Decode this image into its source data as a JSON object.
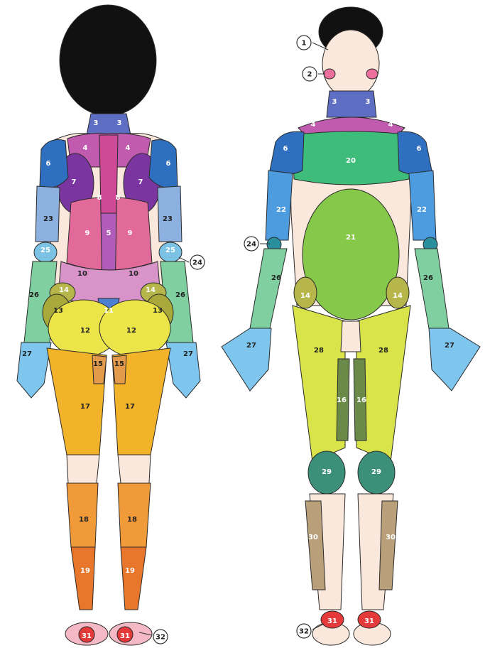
{
  "colors": {
    "skin": "#fbe8dc",
    "hair": "#111111",
    "outline": "#2a2a2a",
    "z1": "#f2b9c2",
    "z2": "#ec6f9e",
    "z3": "#5e6ec2",
    "z4": "#c15bb0",
    "z5": "#b05cb8",
    "z6": "#2f6fbf",
    "z7": "#7a35a0",
    "z8": "#cf4a96",
    "z9": "#e26a9b",
    "z10": "#d893c9",
    "z11": "#4c7fd0",
    "z12": "#ece54a",
    "z13": "#a9a93a",
    "z14": "#b6b64a",
    "z15": "#e39a4a",
    "z16": "#6b8a4a",
    "z17": "#f2b32a",
    "z18": "#f19a3a",
    "z19": "#e8762b",
    "z20": "#3ebd7a",
    "z21": "#86c84a",
    "z22": "#4d9ce0",
    "z23": "#8cb0e0",
    "z24": "#2a8f9c",
    "z25": "#7bc2e4",
    "z26": "#7fcfa0",
    "z27": "#7fc6ee",
    "z28": "#d8e44a",
    "z29": "#3c8f78",
    "z30": "#b9a07a",
    "z31": "#e53a3a",
    "z32": "#f4b9c4"
  },
  "back_figure": {
    "labels": [
      {
        "id": "back-3-left",
        "text": "3"
      },
      {
        "id": "back-3-right",
        "text": "3"
      },
      {
        "id": "back-4-left",
        "text": "4"
      },
      {
        "id": "back-4-right",
        "text": "4"
      },
      {
        "id": "back-6-left",
        "text": "6"
      },
      {
        "id": "back-6-right",
        "text": "6"
      },
      {
        "id": "back-7-left",
        "text": "7"
      },
      {
        "id": "back-7-right",
        "text": "7"
      },
      {
        "id": "back-8-left",
        "text": "8"
      },
      {
        "id": "back-8-right",
        "text": "8"
      },
      {
        "id": "back-23-left",
        "text": "23"
      },
      {
        "id": "back-23-right",
        "text": "23"
      },
      {
        "id": "back-9-left",
        "text": "9"
      },
      {
        "id": "back-5",
        "text": "5"
      },
      {
        "id": "back-9-right",
        "text": "9"
      },
      {
        "id": "back-25-left",
        "text": "25"
      },
      {
        "id": "back-25-right",
        "text": "25"
      },
      {
        "id": "back-10-left",
        "text": "10"
      },
      {
        "id": "back-10-right",
        "text": "10"
      },
      {
        "id": "back-26-left",
        "text": "26"
      },
      {
        "id": "back-26-right",
        "text": "26"
      },
      {
        "id": "back-14-left",
        "text": "14"
      },
      {
        "id": "back-14-right",
        "text": "14"
      },
      {
        "id": "back-13-left",
        "text": "13"
      },
      {
        "id": "back-13-right",
        "text": "13"
      },
      {
        "id": "back-11",
        "text": "11"
      },
      {
        "id": "back-12-left",
        "text": "12"
      },
      {
        "id": "back-12-right",
        "text": "12"
      },
      {
        "id": "back-27-left",
        "text": "27"
      },
      {
        "id": "back-27-right",
        "text": "27"
      },
      {
        "id": "back-15-left",
        "text": "15"
      },
      {
        "id": "back-15-right",
        "text": "15"
      },
      {
        "id": "back-17-left",
        "text": "17"
      },
      {
        "id": "back-17-right",
        "text": "17"
      },
      {
        "id": "back-18-left",
        "text": "18"
      },
      {
        "id": "back-18-right",
        "text": "18"
      },
      {
        "id": "back-19-left",
        "text": "19"
      },
      {
        "id": "back-19-right",
        "text": "19"
      },
      {
        "id": "back-31-left",
        "text": "31"
      },
      {
        "id": "back-31-right",
        "text": "31"
      }
    ],
    "callouts": [
      {
        "id": "back-callout-24",
        "text": "24"
      },
      {
        "id": "back-callout-32",
        "text": "32"
      }
    ]
  },
  "front_figure": {
    "labels": [
      {
        "id": "front-3-left",
        "text": "3"
      },
      {
        "id": "front-3-right",
        "text": "3"
      },
      {
        "id": "front-4-left",
        "text": "4"
      },
      {
        "id": "front-4-right",
        "text": "4"
      },
      {
        "id": "front-6-left",
        "text": "6"
      },
      {
        "id": "front-6-right",
        "text": "6"
      },
      {
        "id": "front-20",
        "text": "20"
      },
      {
        "id": "front-22-left",
        "text": "22"
      },
      {
        "id": "front-22-right",
        "text": "22"
      },
      {
        "id": "front-21",
        "text": "21"
      },
      {
        "id": "front-26-left",
        "text": "26"
      },
      {
        "id": "front-26-right",
        "text": "26"
      },
      {
        "id": "front-14-left",
        "text": "14"
      },
      {
        "id": "front-14-right",
        "text": "14"
      },
      {
        "id": "front-27-left",
        "text": "27"
      },
      {
        "id": "front-27-right",
        "text": "27"
      },
      {
        "id": "front-28-left",
        "text": "28"
      },
      {
        "id": "front-28-right",
        "text": "28"
      },
      {
        "id": "front-16-left",
        "text": "16"
      },
      {
        "id": "front-16-right",
        "text": "16"
      },
      {
        "id": "front-29-left",
        "text": "29"
      },
      {
        "id": "front-29-right",
        "text": "29"
      },
      {
        "id": "front-30-left",
        "text": "30"
      },
      {
        "id": "front-30-right",
        "text": "30"
      },
      {
        "id": "front-31-left",
        "text": "31"
      },
      {
        "id": "front-31-right",
        "text": "31"
      }
    ],
    "callouts": [
      {
        "id": "front-callout-1",
        "text": "1"
      },
      {
        "id": "front-callout-2",
        "text": "2"
      },
      {
        "id": "front-callout-24",
        "text": "24"
      },
      {
        "id": "front-callout-32",
        "text": "32"
      }
    ]
  }
}
